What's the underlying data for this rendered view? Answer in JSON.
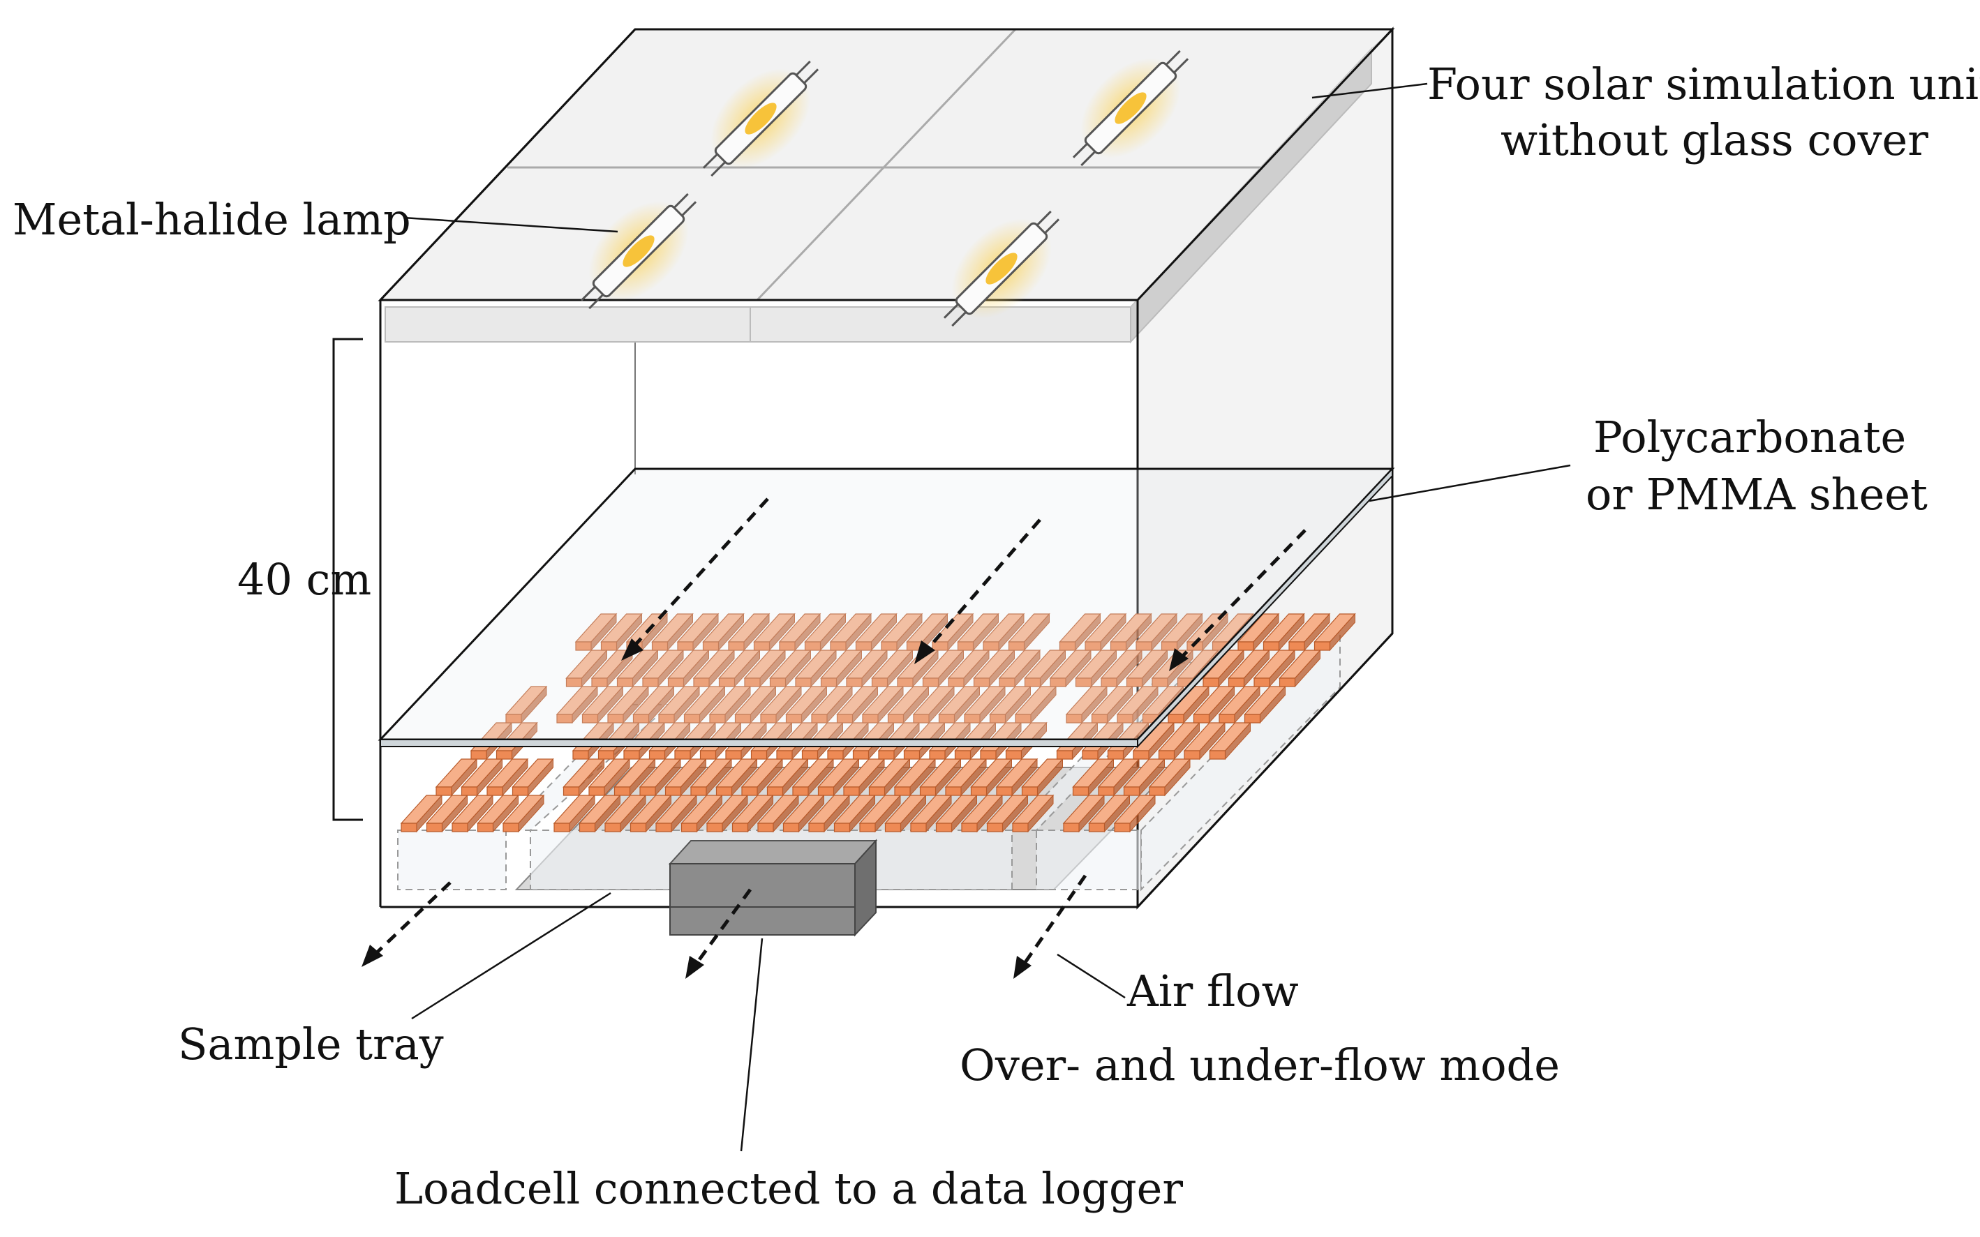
{
  "labels": {
    "solar_units_line1": "Four solar simulation units",
    "solar_units_line2": "without glass cover",
    "lamp": "Metal-halide lamp",
    "height": "40 cm",
    "sheet_line1": "Polycarbonate",
    "sheet_line2": "or PMMA sheet",
    "air_flow": "Air flow",
    "mode": "Over- and under-flow mode",
    "sample_tray": "Sample tray",
    "loadcell": "Loadcell connected to a data logger"
  },
  "colors": {
    "sample": "#ee8a55",
    "sample_top": "#f6b08a",
    "sample_edge": "#b85a2a",
    "lamp_glow": "#f7c33a",
    "frame": "#111111",
    "panel": "#f1f1f1",
    "loadcell": "#8f8f8f"
  }
}
